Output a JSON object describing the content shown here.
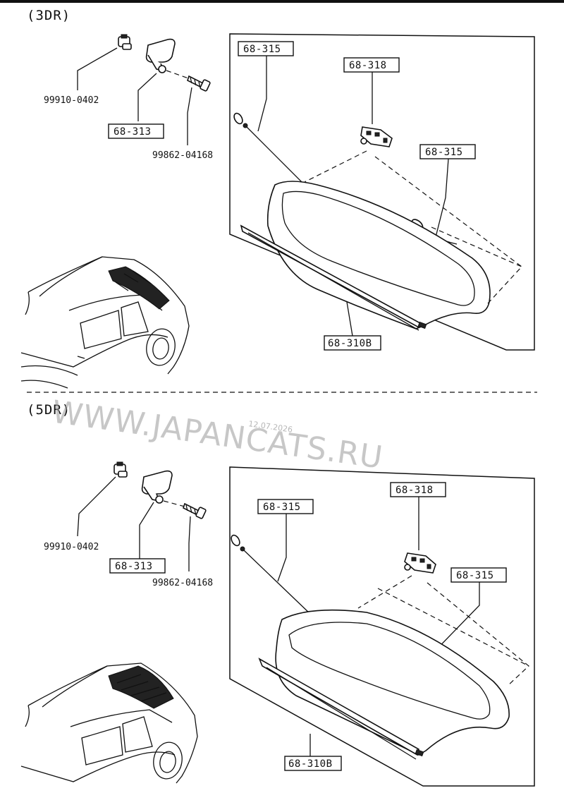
{
  "sections": [
    {
      "label": "(3DR)",
      "parts": {
        "clip": "99910-0402",
        "hook": "68-313",
        "screw": "99862-04168",
        "cord_left": "68-315",
        "bracket": "68-318",
        "cord_right": "68-315",
        "shelf": "68-310B"
      }
    },
    {
      "label": "(5DR)",
      "parts": {
        "clip": "99910-0402",
        "hook": "68-313",
        "screw": "99862-04168",
        "cord_left": "68-315",
        "bracket": "68-318",
        "cord_right": "68-315",
        "shelf": "68-310B"
      }
    }
  ],
  "watermark": {
    "text": "WWW.JAPANCATS.RU",
    "date": "12.07.2026"
  }
}
